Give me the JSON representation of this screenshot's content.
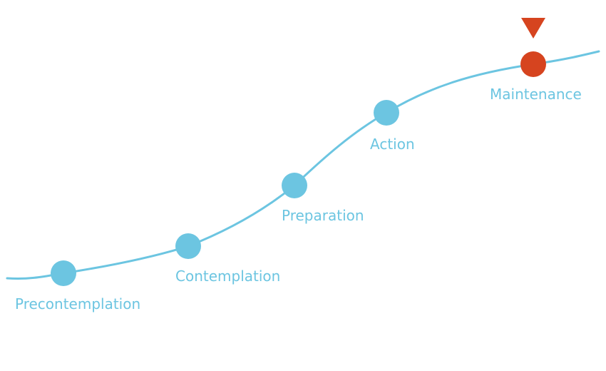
{
  "diagram": {
    "stages": [
      {
        "label": "Precontemplation",
        "active": false
      },
      {
        "label": "Contemplation",
        "active": false
      },
      {
        "label": "Preparation",
        "active": false
      },
      {
        "label": "Action",
        "active": false
      },
      {
        "label": "Maintenance",
        "active": true
      }
    ],
    "marker_icon": "triangle-down-marker-icon"
  },
  "colors": {
    "curve": "#6cc5e1",
    "node": "#6cc5e1",
    "active_node": "#d6441f",
    "marker": "#d6441f",
    "label": "#6cc5e1"
  }
}
